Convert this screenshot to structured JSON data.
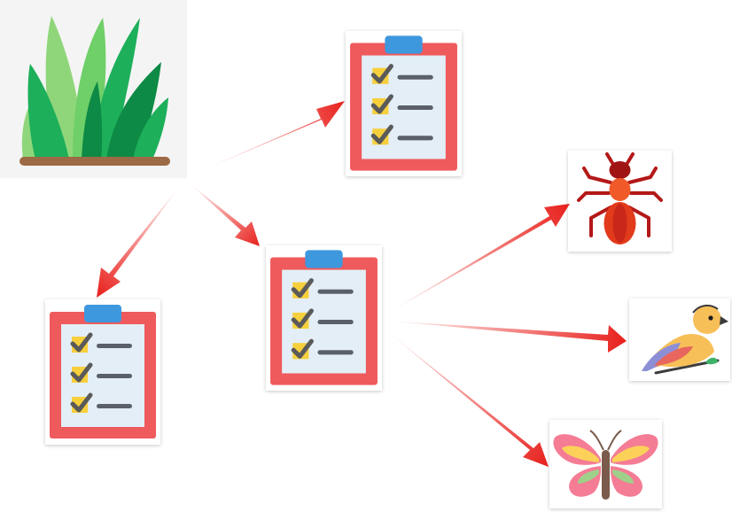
{
  "diagram": {
    "arrow_color": "#e8201c",
    "nodes": [
      {
        "id": "grass",
        "icon": "grass-icon"
      },
      {
        "id": "checklist-top",
        "icon": "clipboard-checklist-icon"
      },
      {
        "id": "checklist-left",
        "icon": "clipboard-checklist-icon"
      },
      {
        "id": "checklist-center",
        "icon": "clipboard-checklist-icon"
      },
      {
        "id": "ant",
        "icon": "ant-icon"
      },
      {
        "id": "bird",
        "icon": "bird-icon"
      },
      {
        "id": "butterfly",
        "icon": "butterfly-icon"
      }
    ],
    "edges": [
      {
        "from": "grass",
        "to": "checklist-top"
      },
      {
        "from": "grass",
        "to": "checklist-left"
      },
      {
        "from": "grass",
        "to": "checklist-center"
      },
      {
        "from": "checklist-center",
        "to": "ant"
      },
      {
        "from": "checklist-center",
        "to": "bird"
      },
      {
        "from": "checklist-center",
        "to": "butterfly"
      }
    ]
  }
}
